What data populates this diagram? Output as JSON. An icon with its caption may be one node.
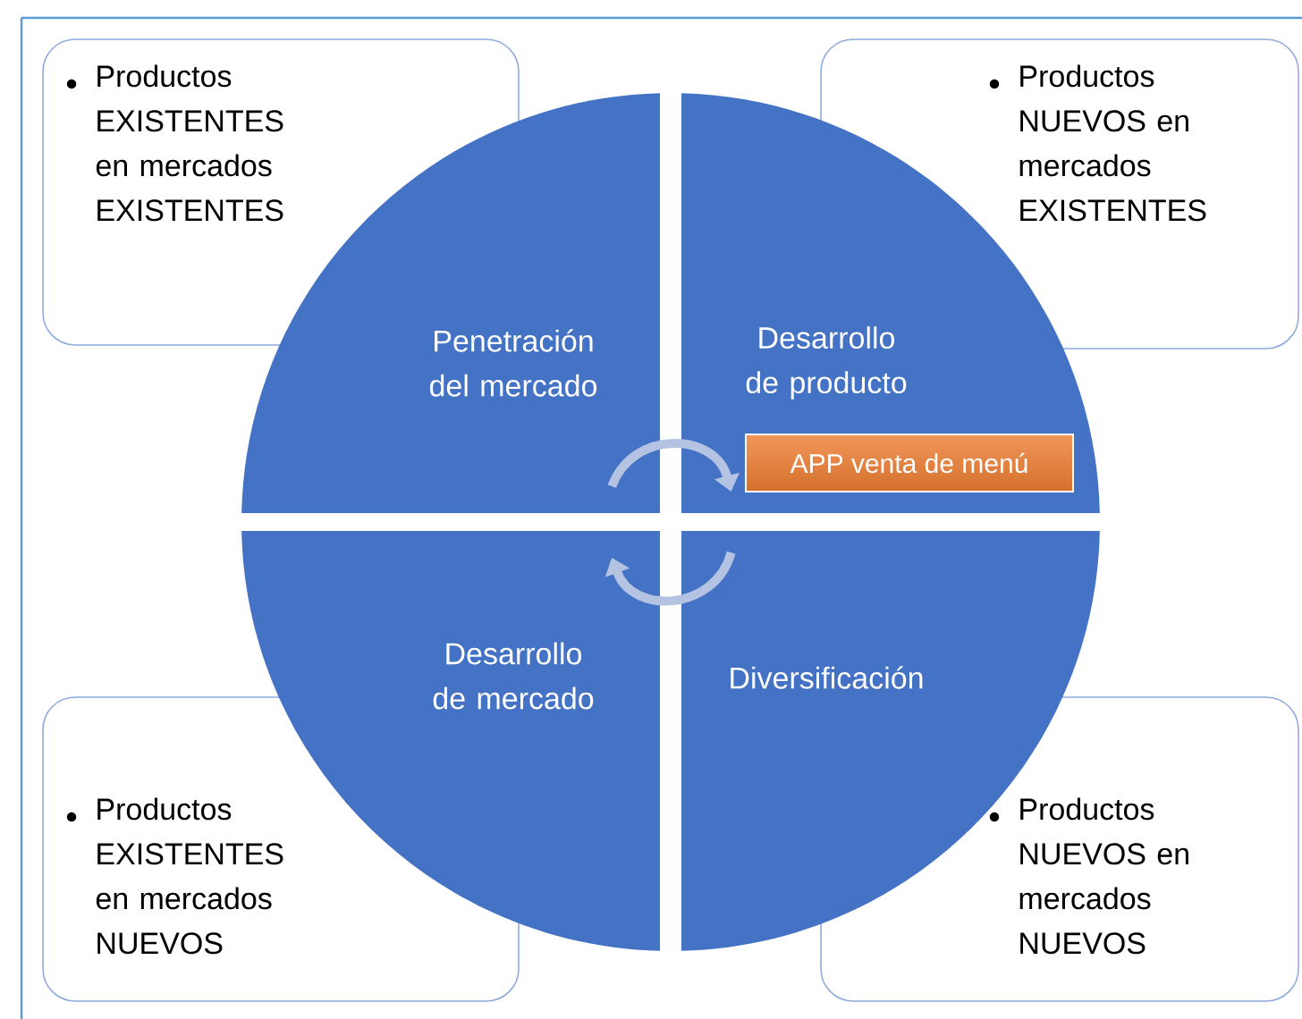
{
  "diagram": {
    "nodes": [
      {
        "text": [
          "Productos EXISTENTES en mercados EXISTENTES"
        ]
      },
      {
        "text": [
          "Productos NUEVOS en mercados EXISTENTES"
        ]
      },
      {
        "text": [
          "Penetración del mercado"
        ]
      },
      {
        "text": [
          "Desarrollo de producto"
        ]
      },
      {
        "text": [
          "APP venta de menú"
        ],
        "in": 3
      },
      {
        "text": [
          "Desarrollo de mercado"
        ]
      },
      {
        "text": [
          "Diversificación"
        ]
      },
      {
        "text": [
          "Productos EXISTENTES en mercados NUEVOS"
        ]
      },
      {
        "text": [
          "Productos NUEVOS en mercados NUEVOS"
        ]
      }
    ],
    "edges": [
      {
        "from": 2,
        "to": 4,
        "arrow": "to"
      },
      {
        "from": 6,
        "to": 5,
        "arrow": "to"
      }
    ]
  }
}
